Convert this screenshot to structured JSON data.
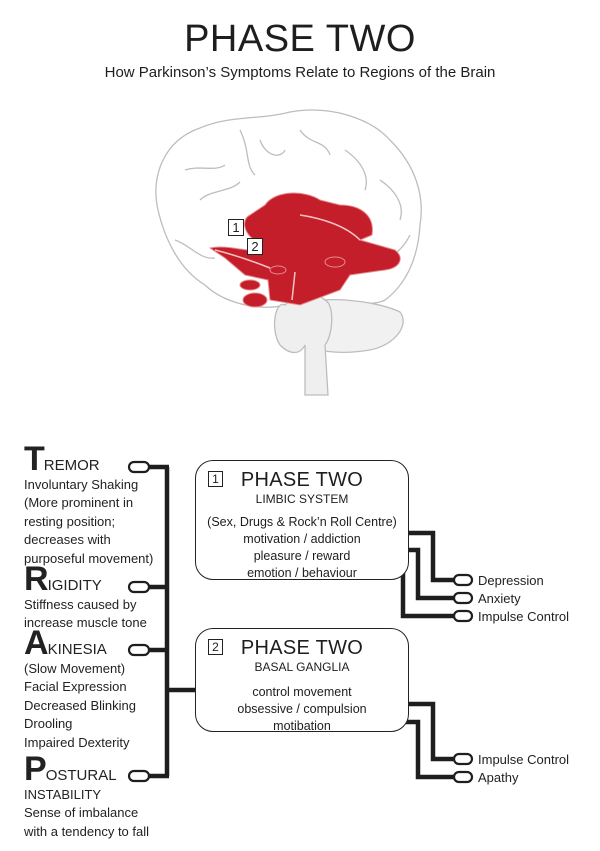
{
  "header": {
    "title": "PHASE TWO",
    "subtitle": "How Parkinson’s Symptoms Relate to Regions of the Brain"
  },
  "brain": {
    "markers": [
      "1",
      "2"
    ],
    "colors": {
      "highlight": "#c41e2a",
      "outline": "#bdbdbd",
      "marker_border": "#222222"
    }
  },
  "symptoms": [
    {
      "cap": "T",
      "rest": "REMOR",
      "lines": [
        "Involuntary Shaking",
        "(More prominent in",
        "resting position;",
        "decreases with",
        "purposeful movement)"
      ]
    },
    {
      "cap": "R",
      "rest": "IGIDITY",
      "lines": [
        "Stiffness caused by",
        "increase muscle tone"
      ]
    },
    {
      "cap": "A",
      "rest": "KINESIA",
      "lines": [
        "(Slow Movement)",
        "Facial Expression",
        "Decreased Blinking",
        "Drooling",
        "Impaired Dexterity"
      ]
    },
    {
      "cap": "P",
      "rest": "OSTURAL",
      "lines": [
        "INSTABILITY",
        "Sense of imbalance",
        "with a tendency to fall"
      ]
    }
  ],
  "boxes": [
    {
      "number": "1",
      "title": "PHASE TWO",
      "subtitle": "LIMBIC SYSTEM",
      "lines": [
        "(Sex, Drugs & Rock’n Roll Centre)",
        "motivation / addiction",
        "pleasure / reward",
        "emotion / behaviour"
      ]
    },
    {
      "number": "2",
      "title": "PHASE TWO",
      "subtitle": "BASAL GANGLIA",
      "lines": [
        "control movement",
        "obsessive / compulsion",
        "motibation"
      ]
    }
  ],
  "outcomes_limbic": [
    "Depression",
    "Anxiety",
    "Impulse Control"
  ],
  "outcomes_basal": [
    "Impulse Control",
    "Apathy"
  ]
}
